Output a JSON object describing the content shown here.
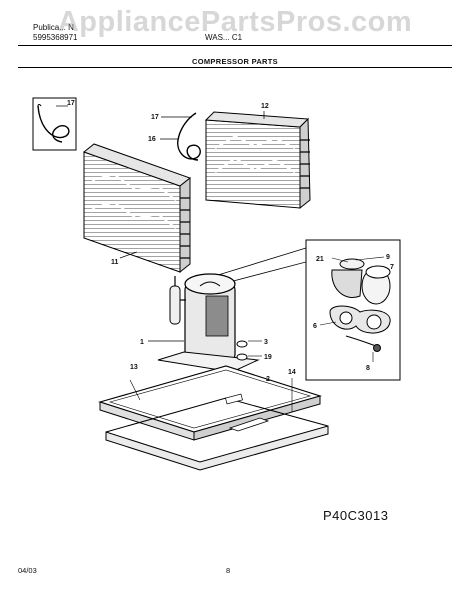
{
  "header": {
    "publication_label": "Publica... N",
    "publication_number": "5995368971",
    "model": "WAS... C1",
    "section_title": "COMPRESSOR PARTS"
  },
  "watermark": "AppliancePartsPros.com",
  "callouts": {
    "c17a": "17",
    "c17b": "17",
    "c16": "16",
    "c12": "12",
    "c11": "11",
    "c21": "21",
    "c9": "9",
    "c7": "7",
    "c6": "6",
    "c8": "8",
    "c1": "1",
    "c3": "3",
    "c19": "19",
    "c2": "2",
    "c13": "13",
    "c14": "14"
  },
  "figure_id": "P40C3013",
  "footer": {
    "date": "04/03",
    "page": "8"
  }
}
